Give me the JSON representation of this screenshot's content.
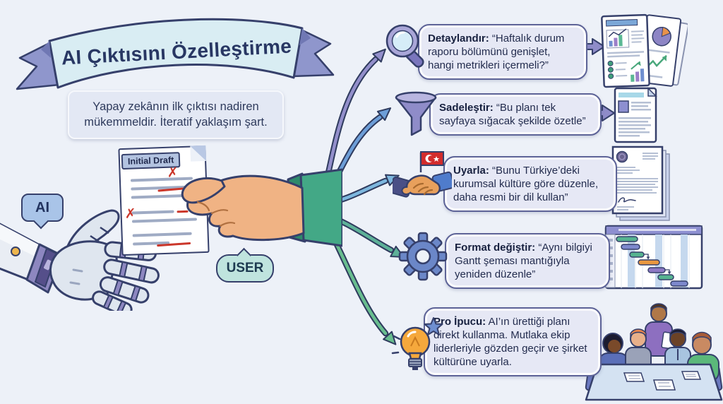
{
  "header": {
    "title": "AI Çıktısını Özelleştirme",
    "subtitle": "Yapay zekânın ilk çıktısı nadiren mükemmeldir. İteratif yaklaşım şart."
  },
  "labels": {
    "ai": "AI",
    "user": "USER",
    "draft": "Initial Draft"
  },
  "callouts": [
    {
      "icon": "magnifier-icon",
      "label": "Detaylandır:",
      "text": "“Haftalık durum raporu bölümünü genişlet, hangi metrikleri içermeli?”",
      "output": "report-with-charts"
    },
    {
      "icon": "funnel-icon",
      "label": "Sadeleştir:",
      "text": "“Bu planı tek sayfaya sığacak şekilde özetle”",
      "output": "one-page-summary"
    },
    {
      "icon": "handshake-turkish-flag-icon",
      "label": "Uyarla:",
      "text": "“Bunu Türkiye’deki kurumsal kültüre göre düzenle, daha resmi bir dil kullan”",
      "output": "formal-letter"
    },
    {
      "icon": "gear-icon",
      "label": "Format değiştir:",
      "text": "“Aynı bilgiyi Gantt şeması mantığıyla yeniden düzenle”",
      "output": "gantt-chart"
    },
    {
      "icon": "lightbulb-icon",
      "label": "Pro İpucu:",
      "text": "AI’ın ürettiği planı direkt kullanma. Mutlaka ekip liderleriyle gözden geçir ve şirket kültürüne uyarla.",
      "output": "team-meeting"
    }
  ],
  "colors": {
    "background": "#edf1f8",
    "outline": "#36406b",
    "banner_fill": "#d9edf3",
    "ribbon_ends": "#8f96cc",
    "callout_fill": "#e6e8f5",
    "callout_border": "#5d6397",
    "arrow_detail": "#938fcb",
    "arrow_simplify": "#6d9ed8",
    "arrow_adapt": "#7db7de",
    "arrow_format": "#5eb198",
    "arrow_protip": "#68bd8e",
    "sleeve_green": "#43a886",
    "skin": "#f0b384",
    "flag_red": "#d22c2c",
    "bulb_orange": "#f5a83c"
  }
}
